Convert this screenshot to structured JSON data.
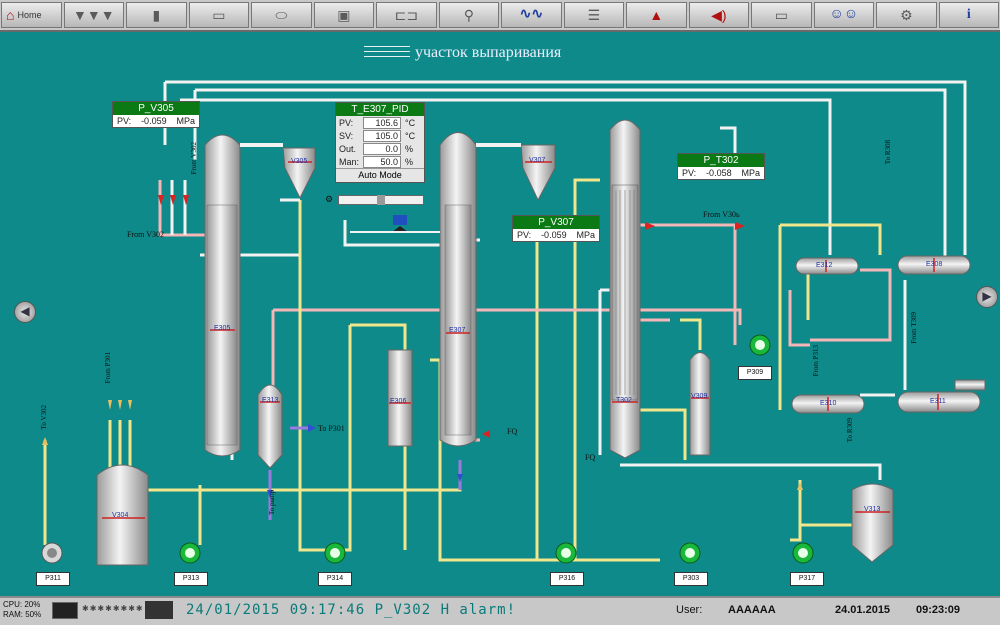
{
  "toolbar": {
    "buttons": [
      {
        "name": "home-button",
        "label": "Home",
        "icon": "home-icon"
      },
      {
        "name": "evaporator-button",
        "label": "",
        "icon": "evaporator-icon"
      },
      {
        "name": "column-button",
        "label": "",
        "icon": "column-icon"
      },
      {
        "name": "exchanger-button",
        "label": "",
        "icon": "exchanger-icon"
      },
      {
        "name": "tank-button",
        "label": "",
        "icon": "tank-icon"
      },
      {
        "name": "filter-button",
        "label": "",
        "icon": "filter-icon"
      },
      {
        "name": "pump-button",
        "label": "",
        "icon": "pump-icon"
      },
      {
        "name": "valve-button",
        "label": "",
        "icon": "valve-icon"
      },
      {
        "name": "trend-button",
        "label": "",
        "icon": "trend-icon"
      },
      {
        "name": "report-button",
        "label": "",
        "icon": "report-icon"
      },
      {
        "name": "alarm-button",
        "label": "",
        "icon": "alarm-bell-icon"
      },
      {
        "name": "sound-button",
        "label": "",
        "icon": "speaker-icon"
      },
      {
        "name": "terminal-button",
        "label": "",
        "icon": "computer-icon"
      },
      {
        "name": "users-button",
        "label": "",
        "icon": "users-icon"
      },
      {
        "name": "settings-button",
        "label": "",
        "icon": "operator-icon"
      },
      {
        "name": "info-button",
        "label": "i",
        "icon": "info-icon"
      }
    ]
  },
  "page_title": "участок выпаривания",
  "tags": {
    "p_v305": {
      "title": "P_V305",
      "pv_label": "PV:",
      "pv": "-0.059",
      "unit": "MPa"
    },
    "p_v307": {
      "title": "P_V307",
      "pv_label": "PV:",
      "pv": "-0.059",
      "unit": "MPa"
    },
    "p_t302": {
      "title": "P_T302",
      "pv_label": "PV:",
      "pv": "-0.058",
      "unit": "MPa"
    }
  },
  "pid": {
    "title": "T_E307_PID",
    "pv_label": "PV:",
    "pv": "105.6",
    "pv_unit": "°C",
    "sv_label": "SV:",
    "sv": "105.0",
    "sv_unit": "°C",
    "out_label": "Out.",
    "out": "0.0",
    "out_unit": "%",
    "man_label": "Man:",
    "man": "50.0",
    "man_unit": "%",
    "mode": "Auto Mode",
    "slider_level": 0.5
  },
  "equipment": {
    "e305": "E305",
    "v305": "V305",
    "e307": "E307",
    "v307": "V307",
    "e313": "E313",
    "e306": "E306",
    "t302": "T302",
    "v309": "V309",
    "v304": "V304",
    "e312": "E312",
    "e308": "E308",
    "e310": "E310",
    "e311": "E311",
    "v313": "V313"
  },
  "pumps": [
    "P311",
    "P313",
    "P314",
    "P316",
    "P303",
    "P317",
    "P309"
  ],
  "labels": {
    "from_v302": "From V302",
    "from_v302b": "From V302",
    "from_v30x": "From V30ь",
    "fq": "FQ",
    "fq2": "FQ",
    "to_p301": "To P301",
    "to_v302": "To V302",
    "from_p301": "From P301",
    "from_v302_group": "From V302",
    "to_r308": "To R308",
    "to_r309": "To R309",
    "from_p313": "From P313",
    "from_t309": "From T309",
    "to_pump": "To pump"
  },
  "status": {
    "cpu": "CPU: 20%",
    "ram": "RAM: 50%",
    "alarm_text": "24/01/2015   09:17:46   P_V302 H alarm!",
    "user_label": "User:",
    "user_name": "AAAAAA",
    "date": "24.01.2015",
    "time": "09:23:09"
  },
  "colors": {
    "background": "#0e8a8a",
    "tag_header": "#0b7a14",
    "pipe_yellow": "#f0e68c",
    "pipe_pink": "#f4b6b6",
    "pipe_white": "#f2f2f2",
    "pump_green": "#1ab83a"
  }
}
